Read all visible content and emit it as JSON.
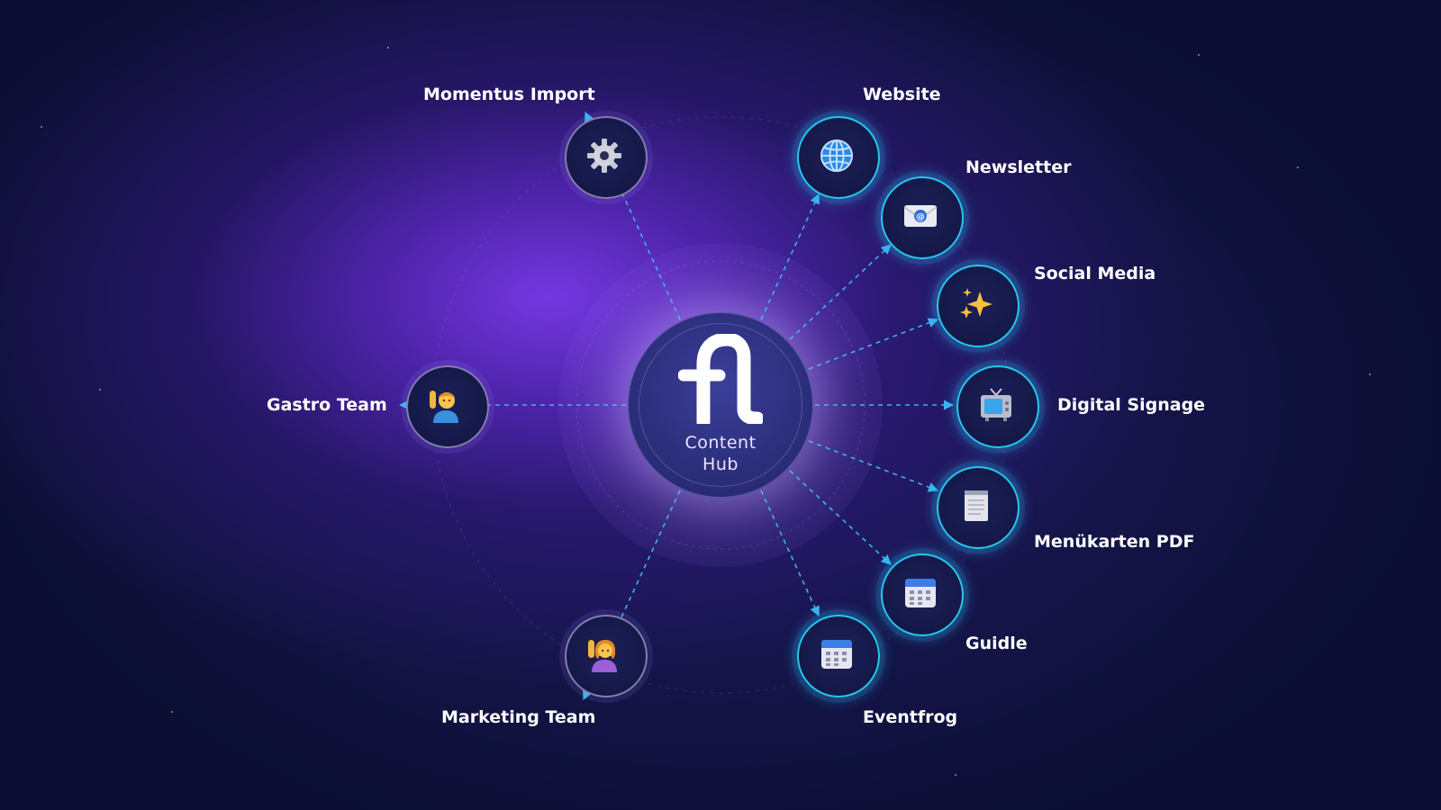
{
  "hub": {
    "line1": "Content",
    "line2": "Hub"
  },
  "inputs": {
    "momentus": "Momentus Import",
    "gastro": "Gastro Team",
    "marketing": "Marketing Team"
  },
  "outputs": {
    "website": "Website",
    "newsletter": "Newsletter",
    "social": "Social Media",
    "signage": "Digital Signage",
    "menu": "Menükarten PDF",
    "guidle": "Guidle",
    "eventfrog": "Eventfrog"
  },
  "icons": {
    "momentus": "gear-icon",
    "gastro": "person-raising-hand-icon",
    "marketing": "woman-raising-hand-icon",
    "website": "globe-icon",
    "newsletter": "envelope-at-icon",
    "social": "sparkles-icon",
    "signage": "television-icon",
    "menu": "notepad-icon",
    "guidle": "calendar-icon",
    "eventfrog": "calendar-icon"
  },
  "colors": {
    "link": "#3ab4ee",
    "output_ring": "#27c7ee",
    "background": "#0c0f33",
    "glow": "#7c3aed"
  }
}
